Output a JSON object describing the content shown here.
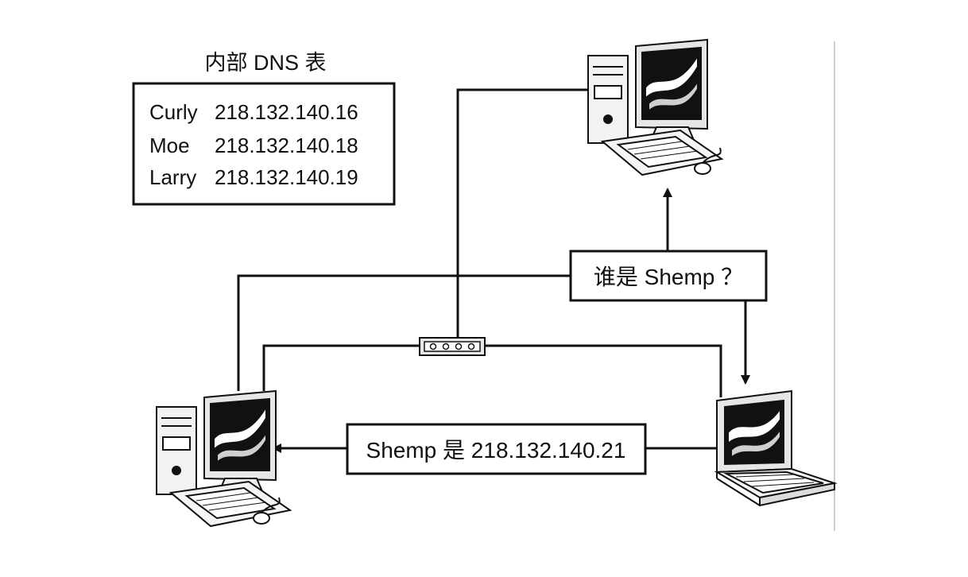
{
  "dns_table": {
    "title": "内部 DNS 表",
    "entries": [
      {
        "name": "Curly",
        "ip": "218.132.140.16"
      },
      {
        "name": "Moe",
        "ip": "218.132.140.18"
      },
      {
        "name": "Larry",
        "ip": "218.132.140.19"
      }
    ]
  },
  "messages": {
    "query": "谁是 Shemp ？",
    "reply": "Shemp 是 218.132.140.21"
  },
  "nodes": {
    "top_desktop": "desktop-computer-icon",
    "left_desktop": "desktop-computer-icon",
    "laptop": "laptop-computer-icon",
    "hub": "network-hub-icon"
  },
  "colors": {
    "line": "#111111",
    "background": "#ffffff"
  }
}
